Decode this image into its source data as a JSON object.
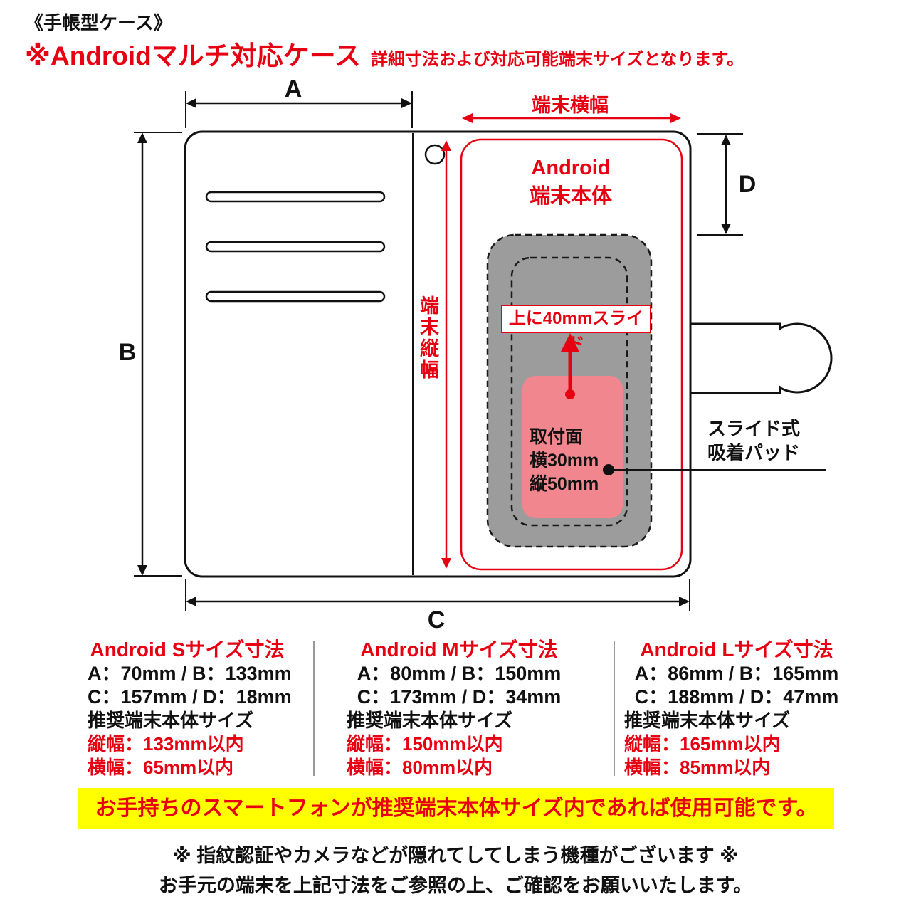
{
  "colors": {
    "accent_red": "#e60012",
    "banner_yellow": "#ffff00",
    "pad_gray": "#9c9c9c",
    "pad_pink": "#f1868e"
  },
  "header": {
    "case_type": "《手帳型ケース》",
    "title": "※Androidマルチ対応ケース",
    "subtitle": "詳細寸法および対応可能端末サイズとなります。"
  },
  "diagram": {
    "dim_a_label": "A",
    "dim_b_label": "B",
    "dim_c_label": "C",
    "dim_d_label": "D",
    "terminal_width_label": "端末横幅",
    "terminal_height_label": "端末縦幅",
    "android_body_line1": "Android",
    "android_body_line2": "端末本体",
    "slide_note": "上に40mmスライド",
    "mount_line1": "取付面",
    "mount_line2": "横30mm",
    "mount_line3": "縦50mm",
    "suction_line1": "スライド式",
    "suction_line2": "吸着パッド"
  },
  "sizes": [
    {
      "title": "Android Sサイズ寸法",
      "dims_line1": "A：70mm / B：133mm",
      "dims_line2": "C：157mm / D：18mm",
      "recommended_title": "推奨端末本体サイズ",
      "height_limit": "縦幅：133mm以内",
      "width_limit": "横幅：65mm以内"
    },
    {
      "title": "Android Mサイズ寸法",
      "dims_line1": "A：80mm / B：150mm",
      "dims_line2": "C：173mm / D：34mm",
      "recommended_title": "推奨端末本体サイズ",
      "height_limit": "縦幅：150mm以内",
      "width_limit": "横幅：80mm以内"
    },
    {
      "title": "Android Lサイズ寸法",
      "dims_line1": "A：86mm / B：165mm",
      "dims_line2": "C：188mm / D：47mm",
      "recommended_title": "推奨端末本体サイズ",
      "height_limit": "縦幅：165mm以内",
      "width_limit": "横幅：85mm以内"
    }
  ],
  "notice": {
    "banner": "お手持ちのスマートフォンが推奨端末本体サイズ内であれば使用可能です。",
    "caution_line1": "※ 指紋認証やカメラなどが隠れてしてしまう機種がございます ※",
    "caution_line2": "お手元の端末を上記寸法をご参照の上、ご確認をお願いいたします。"
  }
}
